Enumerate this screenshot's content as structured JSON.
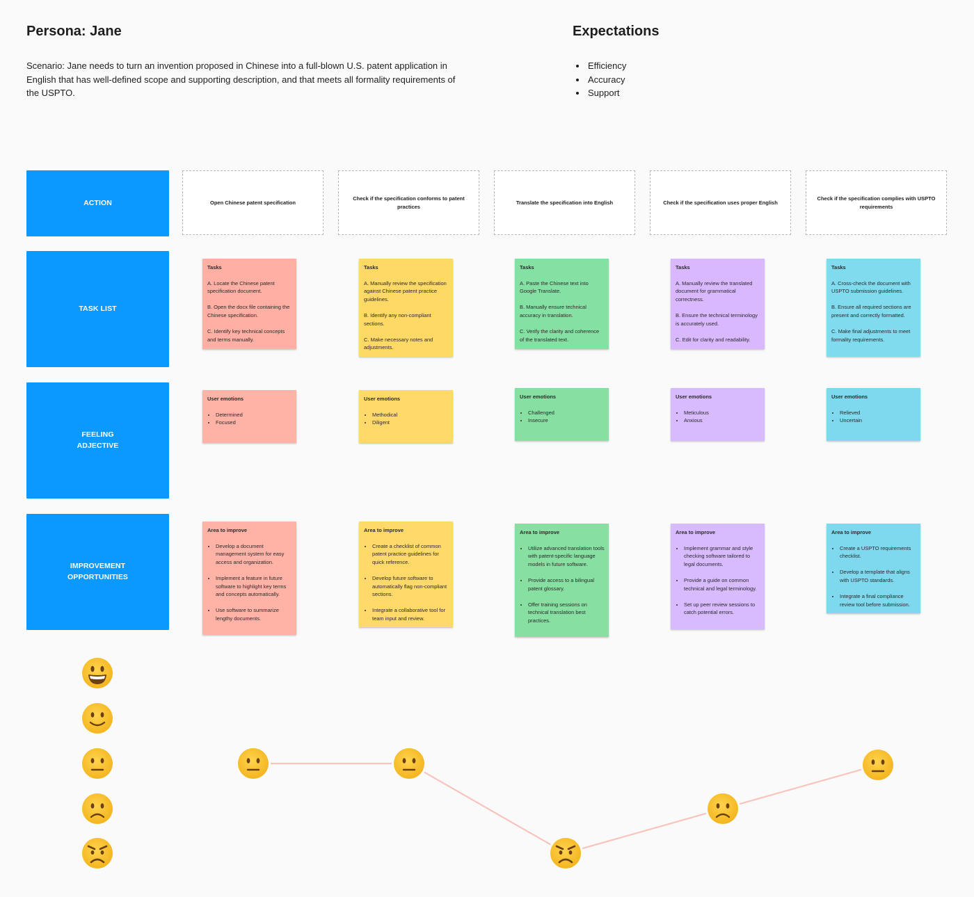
{
  "persona": {
    "title": "Persona: Jane",
    "scenario": "Scenario: Jane needs to turn an invention proposed in Chinese into a full-blown U.S. patent application in English that has well-defined scope and supporting description, and that meets all formality requirements of the USPTO."
  },
  "expectations": {
    "title": "Expectations",
    "items": [
      "Efficiency",
      "Accuracy",
      "Support"
    ]
  },
  "row_labels": {
    "action": "ACTION",
    "task_list": "TASK LIST",
    "feeling": "FEELING ADJECTIVE",
    "improvement": "IMPROVEMENT OPPORTUNITIES"
  },
  "colors": {
    "row_label": "#0c99ff",
    "red": "#ffafa3",
    "yellow": "#ffd966",
    "green": "#85e0a3",
    "purple": "#d9b8ff",
    "blue": "#80dbee",
    "emotion_line": "#f8c4bd",
    "emoji_face": "#f7c232"
  },
  "stages": [
    {
      "action": "Open Chinese patent specification",
      "tasks_title": "Tasks",
      "tasks": [
        "A. Locate the Chinese patent specification document.",
        "B. Open the docx file containing the Chinese specification.",
        "C. Identify key technical concepts and terms manually."
      ],
      "emotions_title": "User emotions",
      "emotions": [
        "Determined",
        "Focused"
      ],
      "improve_title": "Area to improve",
      "improve": [
        "Develop a document management system for easy access and organization.",
        "Implement a feature in future software to highlight key terms and concepts automatically.",
        "Use software to summarize lengthy documents."
      ],
      "emotion_level": "neutral-face-icon"
    },
    {
      "action": "Check if the specification conforms to patent practices",
      "tasks_title": "Tasks",
      "tasks": [
        "A. Manually review the specification against Chinese patent practice guidelines.",
        "B. Identify any non-compliant sections.",
        "C. Make necessary notes and adjustments."
      ],
      "emotions_title": "User emotions",
      "emotions": [
        "Methodical",
        "Diligent"
      ],
      "improve_title": "Area to improve",
      "improve": [
        "Create a checklist of common patent practice guidelines for quick reference.",
        "Develop future software to automatically flag non-compliant sections.",
        "Integrate a collaborative tool for team input and review."
      ],
      "emotion_level": "neutral-face-icon"
    },
    {
      "action": "Translate the specification into English",
      "tasks_title": "Tasks",
      "tasks": [
        "A. Paste the Chinese text into Google Translate.",
        "B. Manually ensure technical accuracy in translation.",
        "C. Verify the clarity and coherence of the translated text."
      ],
      "emotions_title": "User emotions",
      "emotions": [
        "Challenged",
        "Insecure"
      ],
      "improve_title": "Area to improve",
      "improve": [
        "Utilize advanced translation tools with patent-specific language models in future software.",
        "Provide access to a bilingual patent glossary.",
        "Offer training sessions on technical translation best practices."
      ],
      "emotion_level": "angry-face-icon"
    },
    {
      "action": "Check if the specification uses proper English",
      "tasks_title": "Tasks",
      "tasks": [
        "A. Manually review the translated document for grammatical correctness.",
        "B. Ensure the technical terminology is accurately used.",
        "C. Edit for clarity and readability."
      ],
      "emotions_title": "User emotions",
      "emotions": [
        "Meticulous",
        "Anxious"
      ],
      "improve_title": "Area to improve",
      "improve": [
        "Implement grammar and style checking software tailored to legal documents.",
        "Provide a guide on common technical and legal terminology.",
        "Set up peer review sessions to catch potential errors."
      ],
      "emotion_level": "frowning-face-icon"
    },
    {
      "action": "Check if the specification complies with USPTO requirements",
      "tasks_title": "Tasks",
      "tasks": [
        "A. Cross-check the document with USPTO submission guidelines.",
        "B. Ensure all required sections are present and correctly formatted.",
        "C. Make final adjustments to meet formality requirements."
      ],
      "emotions_title": "User emotions",
      "emotions": [
        "Relieved",
        "Uncertain"
      ],
      "improve_title": "Area to improve",
      "improve": [
        "Create a USPTO requirements checklist.",
        "Develop a template that aligns with USPTO standards.",
        "Integrate a final compliance review tool before submission."
      ],
      "emotion_level": "neutral-face-icon"
    }
  ],
  "emotion_scale": [
    "grinning-face-icon",
    "smiling-face-icon",
    "neutral-face-icon",
    "frowning-face-icon",
    "angry-face-icon"
  ]
}
